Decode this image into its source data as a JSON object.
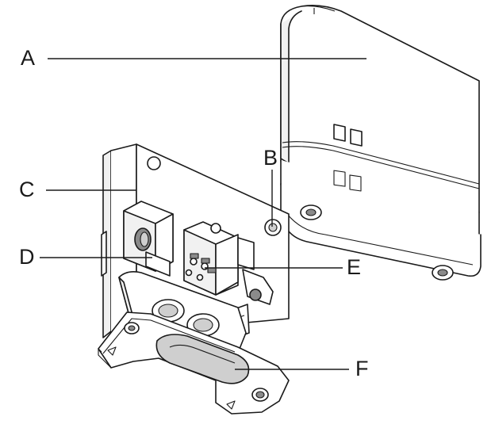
{
  "diagram": {
    "callouts": [
      {
        "id": "A",
        "label": "A"
      },
      {
        "id": "B",
        "label": "B"
      },
      {
        "id": "C",
        "label": "C"
      },
      {
        "id": "D",
        "label": "D"
      },
      {
        "id": "E",
        "label": "E"
      },
      {
        "id": "F",
        "label": "F"
      }
    ]
  }
}
